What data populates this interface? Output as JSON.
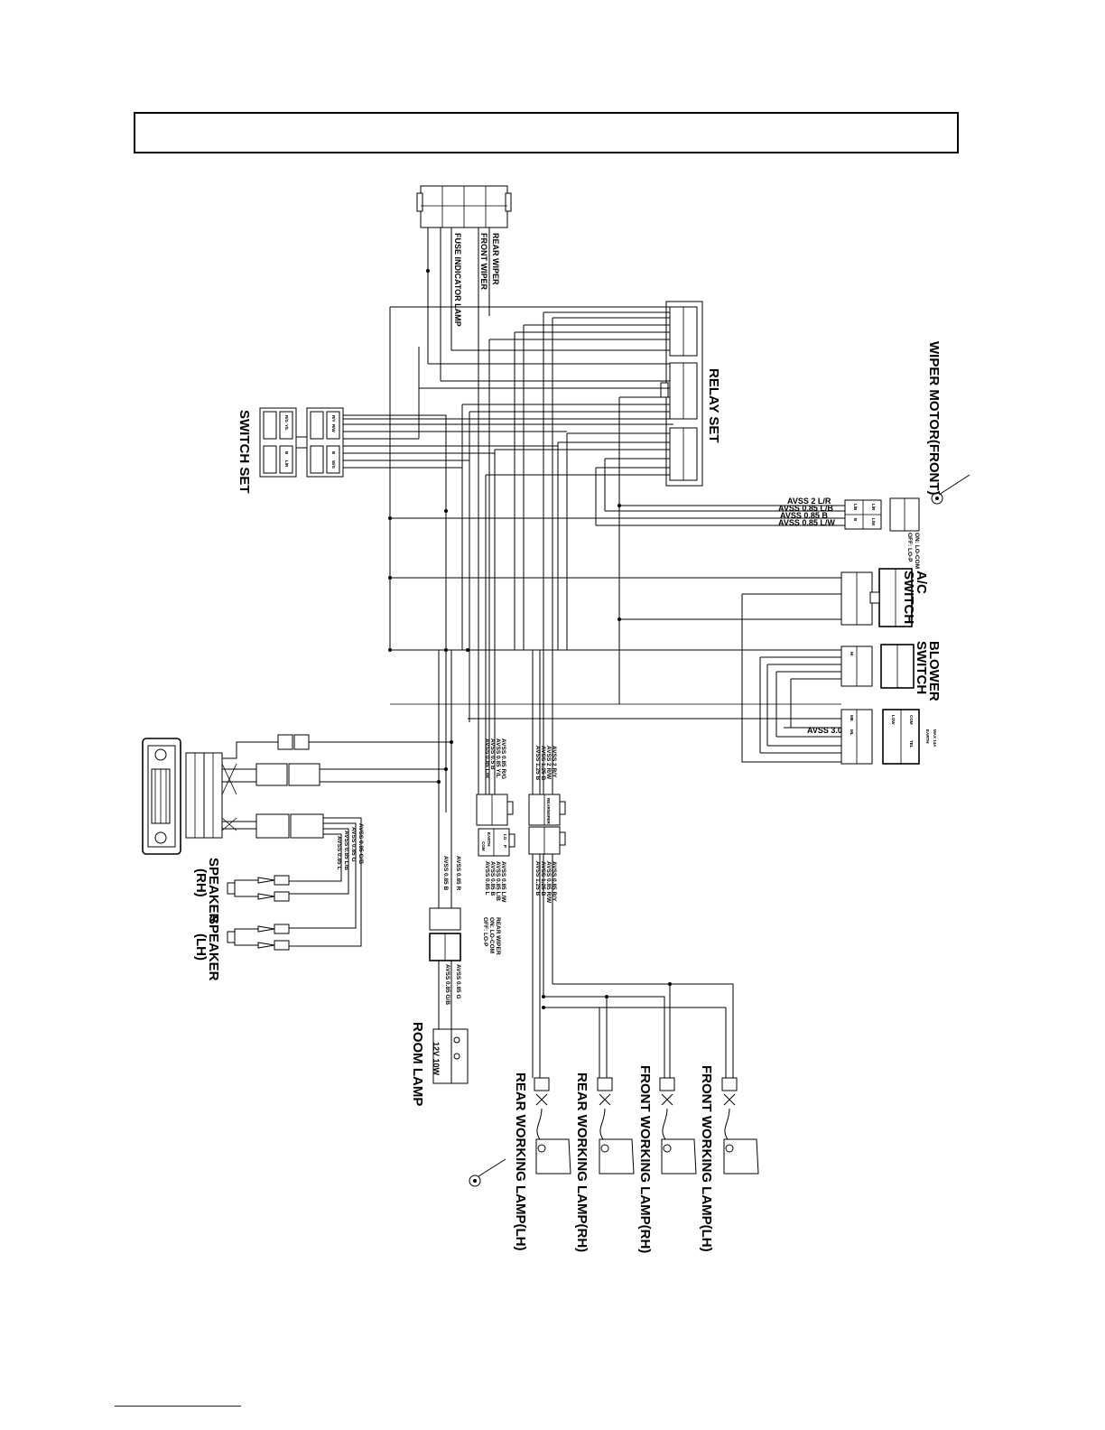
{
  "components": {
    "relay_set": "RELAY SET",
    "switch_set": "SWITCH SET",
    "wiper_motor_front": "WIPER MOTOR(FRONT)",
    "ac_switch_line1": "A/C",
    "ac_switch_line2": "SWITCH",
    "blower_switch_line1": "BLOWER",
    "blower_switch_line2": "SWITCH",
    "speaker_rh_line1": "SPEAKER",
    "speaker_rh_line2": "(RH)",
    "speaker_lh_line1": "SPEAKER",
    "speaker_lh_line2": "(LH)",
    "room_lamp": "ROOM LAMP",
    "room_lamp_rating": "12V 10W",
    "rear_working_lamp_lh": "REAR WORKING LAMP(LH)",
    "rear_working_lamp_rh": "REAR WORKING LAMP(RH)",
    "front_working_lamp_rh": "FRONT WORKING LAMP(RH)",
    "front_working_lamp_lh": "FRONT WORKING LAMP(LH)"
  },
  "top_connector_labels": [
    "REAR WIPER",
    "FRONT WIPER",
    "FUSE INDICATOR LAMP"
  ],
  "wiper_front_wires": [
    "AVSS 2 L/R",
    "AVSS 0.85 L/B",
    "AVSS 0.85 B",
    "AVSS 0.85 L/W"
  ],
  "wiper_front_note_on": "ON: LO-COM",
  "wiper_front_note_off": "OFF: LO-P",
  "blower_wire": "AVSS 3.0",
  "blower_max": "MAX 14A",
  "blower_earth": "EARTH",
  "harness_left_upper": [
    "AVSS 0.85 R/G",
    "AVSS 0.85 Y/L",
    "AVSS 0.5 B",
    "AVSS 0.85 L/R"
  ],
  "harness_right_upper": [
    "AVSS 2 R/Y",
    "AVSS 2 R/W",
    "AVSS 1.25 B",
    "AVSS 1.25 B"
  ],
  "harness_left_lower": [
    "AVSS 0.85 L/W",
    "AVSS 0.85 L/B",
    "AVSS 0.85 B",
    "AVSS 0.85 L"
  ],
  "harness_right_lower": [
    "AVSS 0.85 R/Y",
    "AVSS 0.85 R/W",
    "AVSS 1.25 B",
    "AVSS 1.25 B"
  ],
  "rear_wiper_note_title": "REAR WIPER",
  "rear_wiper_note_on": "ON: LO-COM",
  "rear_wiper_note_off": "OFF: LO-P",
  "speaker_wires": [
    "AVSS 0.85 G/B",
    "AVSS 0.85 G",
    "AVSS 0.85 L/B",
    "AVSS 0.85 L"
  ],
  "room_lamp_feed": [
    "AVSS 0.85 R",
    "AVSS 0.85 B"
  ],
  "room_lamp_wires": [
    "AVSS 0.85 G",
    "AVSS 0.85 G/B"
  ],
  "connector_tags": {
    "rear_wiper_conn": "REAR/WIPER",
    "earth_conn": "EARTH",
    "lo": "LO",
    "com": "COM",
    "p": "P",
    "lb": "L/B",
    "b": "B",
    "lr": "L/R",
    "lw": "L/W",
    "hi": "HI",
    "me": "ME",
    "ml": "ML",
    "low": "LOW",
    "com2": "COM",
    "tel": "TEL"
  },
  "switch_set_pins": [
    "R/G",
    "Y/L",
    "B",
    "L/R",
    "R/Y",
    "R/W",
    "B",
    "W/G"
  ]
}
